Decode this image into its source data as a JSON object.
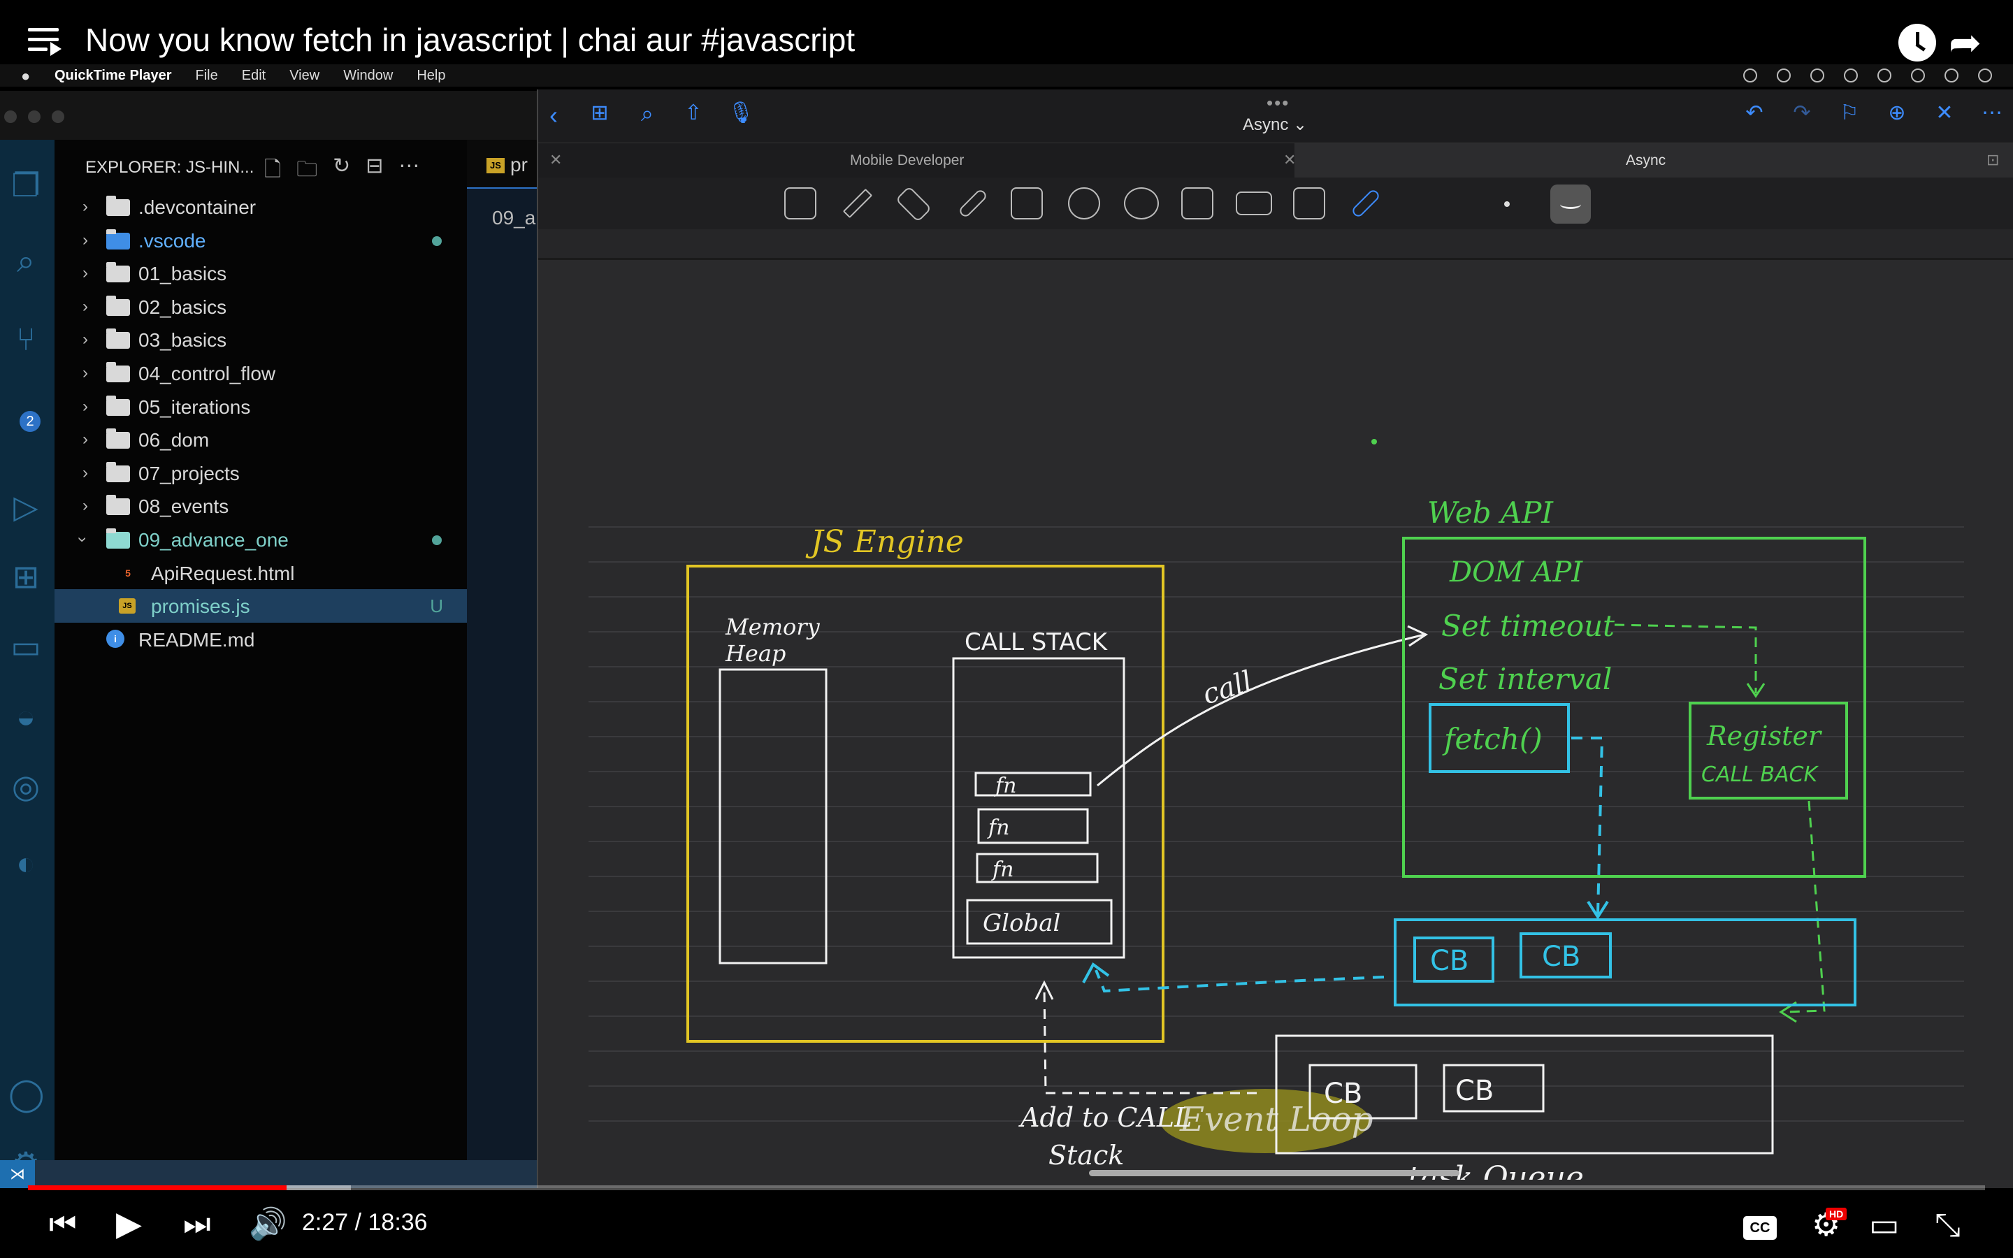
{
  "video": {
    "title": "Now you know fetch in javascript | chai aur #javascript",
    "time_current": "2:27",
    "time_total": "18:36",
    "time_display": "2:27 / 18:36",
    "progress": 0.132,
    "buffered": 0.165,
    "cc_label": "CC",
    "hd_label": "HD",
    "accent": "#ff0000"
  },
  "macbar": {
    "app": "QuickTime Player",
    "menus": [
      "File",
      "Edit",
      "View",
      "Window",
      "Help"
    ]
  },
  "vscode": {
    "explorer_title": "EXPLORER: JS-HIN...",
    "scm_badge": "2",
    "tab_label": "pr",
    "breadcrumb": "09_a",
    "tree": [
      {
        "name": ".devcontainer",
        "type": "folder",
        "expanded": false
      },
      {
        "name": ".vscode",
        "type": "folder",
        "expanded": false,
        "modified": true
      },
      {
        "name": "01_basics",
        "type": "folder",
        "expanded": false
      },
      {
        "name": "02_basics",
        "type": "folder",
        "expanded": false
      },
      {
        "name": "03_basics",
        "type": "folder",
        "expanded": false
      },
      {
        "name": "04_control_flow",
        "type": "folder",
        "expanded": false
      },
      {
        "name": "05_iterations",
        "type": "folder",
        "expanded": false
      },
      {
        "name": "06_dom",
        "type": "folder",
        "expanded": false
      },
      {
        "name": "07_projects",
        "type": "folder",
        "expanded": false
      },
      {
        "name": "08_events",
        "type": "folder",
        "expanded": false
      },
      {
        "name": "09_advance_one",
        "type": "folder",
        "expanded": true,
        "modified": true
      },
      {
        "name": "ApiRequest.html",
        "type": "html"
      },
      {
        "name": "promises.js",
        "type": "js",
        "selected": true,
        "status": "U"
      },
      {
        "name": "README.md",
        "type": "info"
      }
    ]
  },
  "notes": {
    "doc_title": "Async",
    "tabs": [
      "Mobile Developer",
      "Async"
    ]
  },
  "diagram": {
    "js_engine": "JS Engine",
    "memory_heap": [
      "Memory",
      "Heap"
    ],
    "call_stack": "CALL STACK",
    "stack_items": [
      "fn",
      "fn",
      "fn",
      "Global"
    ],
    "call": "call",
    "web_api": "Web API",
    "dom_api": "DOM API",
    "set_timeout": "Set timeout",
    "set_interval": "Set interval",
    "fetch": "fetch()",
    "register": [
      "Register",
      "CALL BACK"
    ],
    "cb": "CB",
    "add_to_call_stack": [
      "Add to CALL",
      "Stack"
    ],
    "task_queue": "task Queue",
    "event_loop": "Event Loop",
    "colors": {
      "engine": "#e2c624",
      "webapi": "#4fd14f",
      "queue": "#33c2e6",
      "ink": "#f2f2f2",
      "highlight": "#8f8a1f"
    }
  }
}
